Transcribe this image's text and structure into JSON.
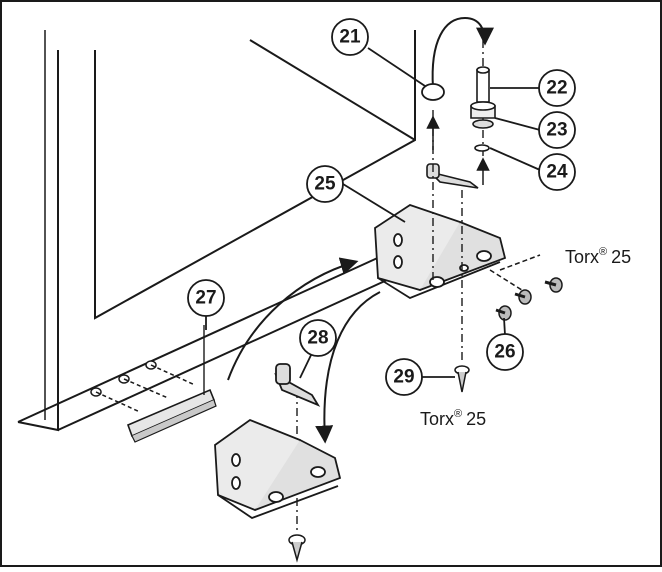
{
  "callouts": [
    {
      "num": "21"
    },
    {
      "num": "22"
    },
    {
      "num": "23"
    },
    {
      "num": "24"
    },
    {
      "num": "25"
    },
    {
      "num": "26"
    },
    {
      "num": "27"
    },
    {
      "num": "28"
    },
    {
      "num": "29"
    }
  ],
  "torx_labels": [
    {
      "text": "Torx",
      "sup": "®",
      "size": "25"
    },
    {
      "text": "Torx",
      "sup": "®",
      "size": "25"
    }
  ]
}
